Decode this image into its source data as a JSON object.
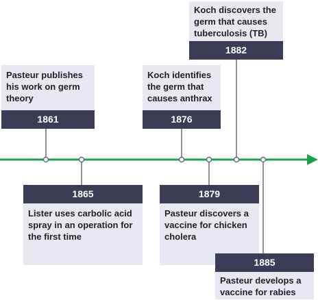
{
  "colors": {
    "axis": "#17a34a",
    "year_box": "#3c3c57",
    "desc_box": "#e8e9f0",
    "connector": "#6b6b7b"
  },
  "events": [
    {
      "year": "1861",
      "text": "Pasteur publishes his work on germ theory"
    },
    {
      "year": "1865",
      "text": "Lister uses carbolic acid spray in an operation for the first time"
    },
    {
      "year": "1876",
      "text": "Koch identifies the germ that causes anthrax"
    },
    {
      "year": "1879",
      "text": "Pasteur discovers a vaccine for chicken cholera"
    },
    {
      "year": "1882",
      "text": "Koch discovers the germ that causes tuberculosis (TB)"
    },
    {
      "year": "1885",
      "text": "Pasteur develops a vaccine for rabies"
    }
  ]
}
